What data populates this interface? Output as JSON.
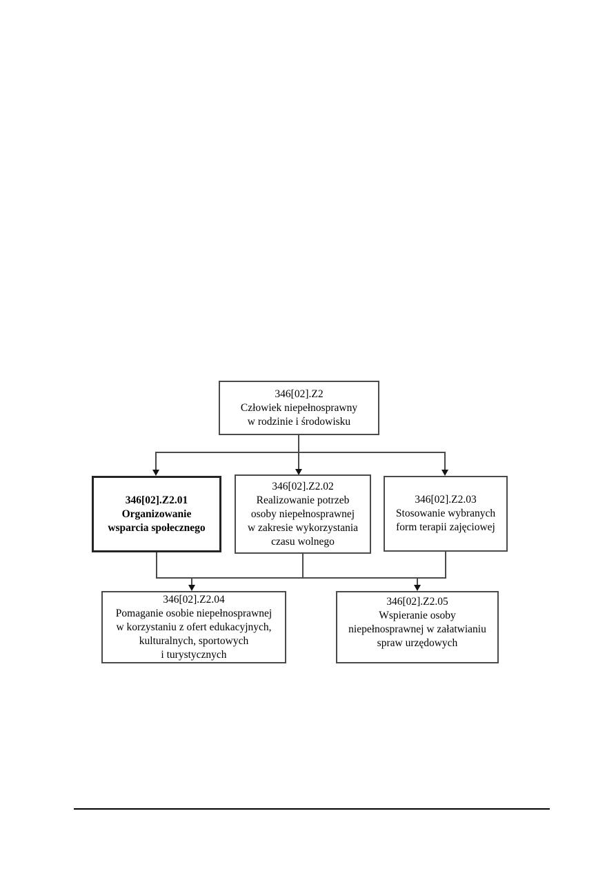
{
  "colors": {
    "background": "#ffffff",
    "connector_line": "#4a4a4a",
    "box_border": "#4a4a4a",
    "emphasis_box_border": "#242424",
    "arrowhead": "#141414",
    "text": "#000000",
    "footer_rule": "#000000"
  },
  "diagram": {
    "type": "flowchart",
    "direction": "top-down",
    "nodes": [
      {
        "id": "346[02].Z2",
        "code": "346[02].Z2",
        "label": "Człowiek niepełnosprawny w rodzinie i środowisku",
        "emphasis": false,
        "lines": [
          "346[02].Z2",
          "Człowiek niepełnosprawny",
          "w rodzinie i środowisku"
        ]
      },
      {
        "id": "346[02].Z2.01",
        "code": "346[02].Z2.01",
        "label": "Organizowanie wsparcia społecznego",
        "emphasis": true,
        "lines": [
          "346[02].Z2.01",
          "Organizowanie",
          "wsparcia społecznego"
        ]
      },
      {
        "id": "346[02].Z2.02",
        "code": "346[02].Z2.02",
        "label": "Realizowanie potrzeb osoby niepełnosprawnej w zakresie wykorzystania czasu wolnego",
        "emphasis": false,
        "lines": [
          "346[02].Z2.02",
          "Realizowanie potrzeb",
          "osoby niepełnosprawnej",
          "w zakresie wykorzystania",
          "czasu wolnego"
        ]
      },
      {
        "id": "346[02].Z2.03",
        "code": "346[02].Z2.03",
        "label": "Stosowanie wybranych form terapii zajęciowej",
        "emphasis": false,
        "lines": [
          "346[02].Z2.03",
          "Stosowanie wybranych",
          "form terapii zajęciowej"
        ]
      },
      {
        "id": "346[02].Z2.04",
        "code": "346[02].Z2.04",
        "label": "Pomaganie osobie niepełnosprawnej w korzystaniu z ofert edukacyjnych, kulturalnych, sportowych i turystycznych",
        "emphasis": false,
        "lines": [
          "346[02].Z2.04",
          "Pomaganie osobie niepełnosprawnej",
          "w korzystaniu z ofert edukacyjnych,",
          "kulturalnych, sportowych",
          "i turystycznych"
        ]
      },
      {
        "id": "346[02].Z2.05",
        "code": "346[02].Z2.05",
        "label": "Wspieranie osoby niepełnosprawnej w załatwianiu spraw urzędowych",
        "emphasis": false,
        "lines": [
          "346[02].Z2.05",
          "Wspieranie osoby",
          "niepełnosprawnej w załatwianiu",
          "spraw urzędowych"
        ]
      }
    ],
    "edges": [
      {
        "from": "346[02].Z2",
        "to": "346[02].Z2.01",
        "arrow": true
      },
      {
        "from": "346[02].Z2",
        "to": "346[02].Z2.02",
        "arrow": true
      },
      {
        "from": "346[02].Z2",
        "to": "346[02].Z2.03",
        "arrow": true
      },
      {
        "from": [
          "346[02].Z2.01",
          "346[02].Z2.02",
          "346[02].Z2.03"
        ],
        "to": "346[02].Z2.04",
        "arrow": true
      },
      {
        "from": [
          "346[02].Z2.01",
          "346[02].Z2.02",
          "346[02].Z2.03"
        ],
        "to": "346[02].Z2.05",
        "arrow": true
      }
    ]
  }
}
